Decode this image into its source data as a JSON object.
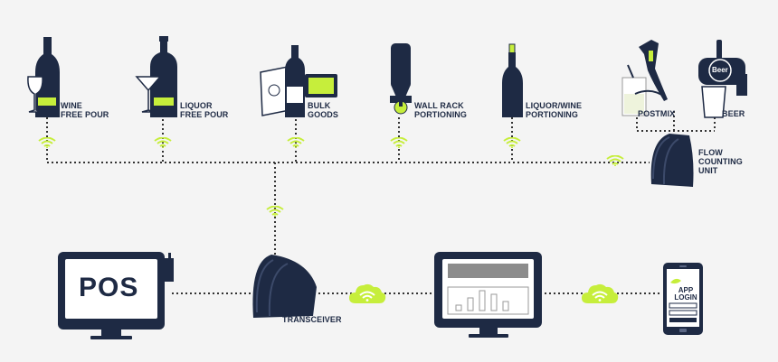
{
  "labels": {
    "wine_free_pour": "WINE\nFREE POUR",
    "liquor_free_pour": "LIQUOR\nFREE POUR",
    "bulk_goods": "BULK\nGOODS",
    "wall_rack_portioning": "WALL RACK\nPORTIONING",
    "liquor_wine_portioning": "LIQUOR/WINE\nPORTIONING",
    "postmix": "POSTMIX",
    "beer": "BEER",
    "flow_counting_unit": "FLOW\nCOUNTING\nUNIT",
    "transceiver": "TRANSCEIVER",
    "pos": "POS",
    "beer_tap_badge": "Beer",
    "app_login": "APP\nLOGIN"
  },
  "colors": {
    "navy": "#1e2a44",
    "accent_lime": "#c6ee3b",
    "background": "#f4f4f4",
    "dotted_line": "#333333"
  }
}
